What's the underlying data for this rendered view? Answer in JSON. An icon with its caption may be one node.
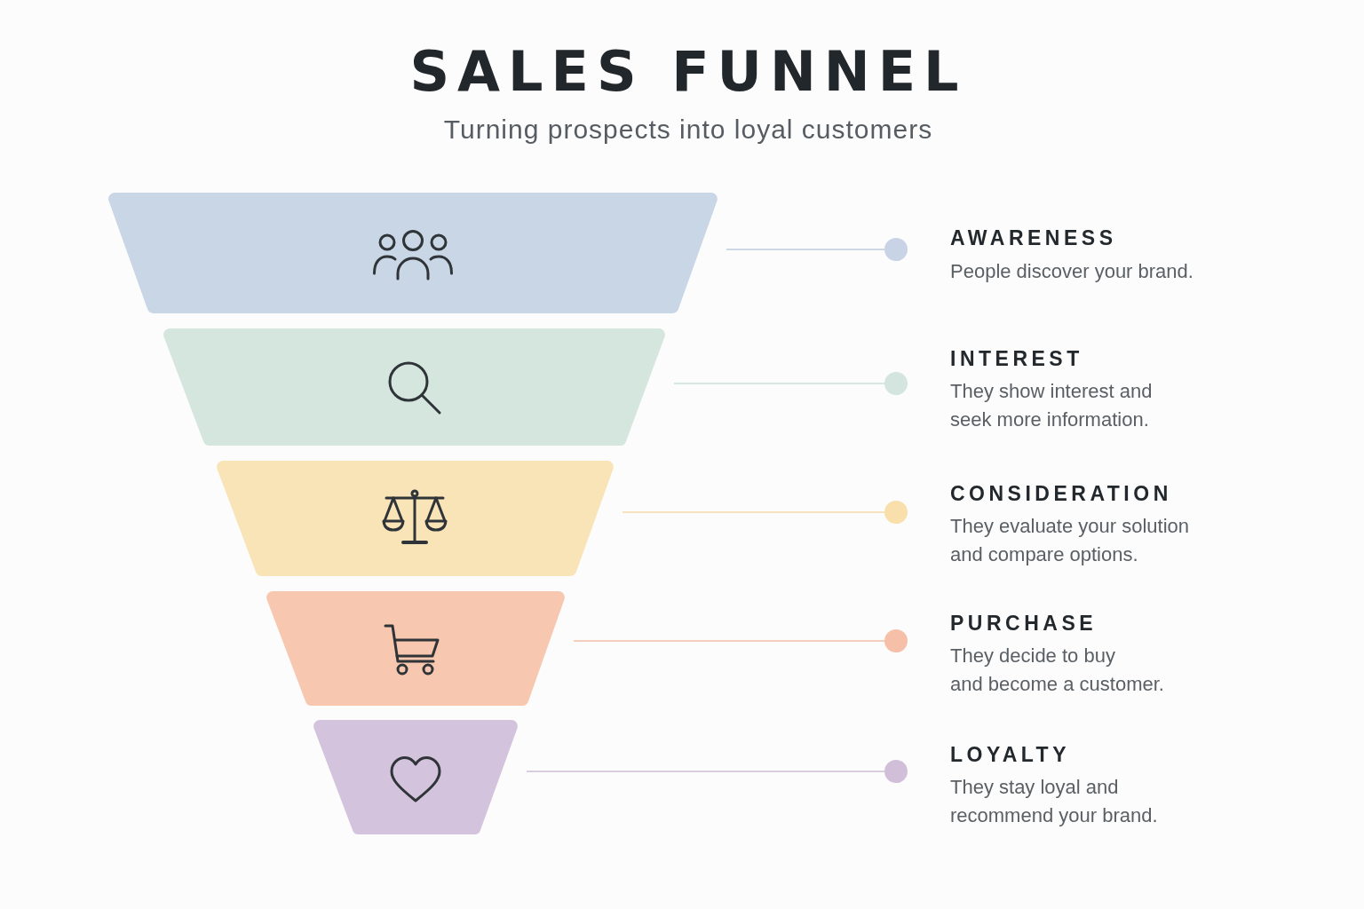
{
  "diagram": {
    "title": "SALES FUNNEL",
    "nodes": [
      {
        "text": [],
        "shape": "trapezoid"
      },
      {
        "text": [],
        "shape": "trapezoid"
      },
      {
        "text": [],
        "shape": "trapezoid"
      },
      {
        "text": [],
        "shape": "trapezoid"
      },
      {
        "text": [],
        "shape": "trapezoid"
      },
      {
        "text": [],
        "shape": "circle",
        "beside": [
          "AWARENESS",
          "People discover your brand."
        ]
      },
      {
        "text": [],
        "shape": "circle",
        "beside": [
          "INTEREST",
          "They show interest and seek more information."
        ]
      },
      {
        "text": [],
        "shape": "circle",
        "beside": [
          "CONSIDERATION",
          "They evaluate your solution and compare options."
        ]
      },
      {
        "text": [],
        "shape": "circle",
        "beside": [
          "PURCHASE",
          "They decide to buy and become a customer."
        ]
      },
      {
        "text": [],
        "shape": "circle",
        "beside": [
          "LOYALTY",
          "They stay loyal and recommend your brand."
        ]
      }
    ],
    "edges": [
      {
        "from": 0,
        "to": 5,
        "arrow": "none",
        "color": "#cdd8e6"
      },
      {
        "from": 1,
        "to": 6,
        "arrow": "none",
        "color": "#d9e7e2"
      },
      {
        "from": 2,
        "to": 7,
        "arrow": "none",
        "color": "#f6e3bd"
      },
      {
        "from": 3,
        "to": 8,
        "arrow": "none",
        "color": "#f5cfbd"
      },
      {
        "from": 4,
        "to": 9,
        "arrow": "none",
        "color": "#d9cde0"
      }
    ],
    "labels": [
      "Turning prospects into loyal customers"
    ]
  }
}
